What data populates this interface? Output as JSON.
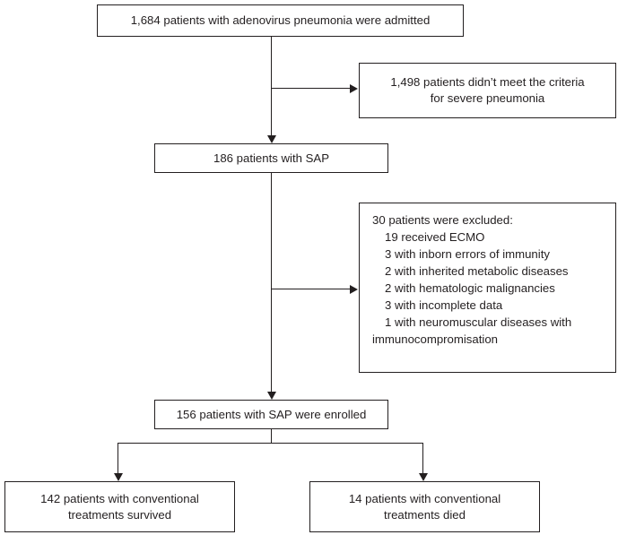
{
  "chart_data": {
    "type": "flowchart",
    "title": "Patient enrollment flow diagram",
    "nodes": [
      {
        "id": "admitted",
        "label": "1,684 patients with adenovirus pneumonia were admitted",
        "count": 1684
      },
      {
        "id": "not_met",
        "label": "1,498 patients didn't meet the criteria for severe pneumonia",
        "count": 1498
      },
      {
        "id": "sap",
        "label": "186 patients with SAP",
        "count": 186
      },
      {
        "id": "excluded",
        "label": "30 patients were excluded",
        "count": 30
      },
      {
        "id": "enrolled",
        "label": "156 patients with SAP were enrolled",
        "count": 156
      },
      {
        "id": "survived",
        "label": "142 patients with conventional treatments survived",
        "count": 142
      },
      {
        "id": "died",
        "label": "14 patients with conventional treatments died",
        "count": 14
      }
    ],
    "edges": [
      {
        "from": "admitted",
        "to": "not_met",
        "type": "exclusion"
      },
      {
        "from": "admitted",
        "to": "sap",
        "type": "flow"
      },
      {
        "from": "sap",
        "to": "excluded",
        "type": "exclusion"
      },
      {
        "from": "sap",
        "to": "enrolled",
        "type": "flow"
      },
      {
        "from": "enrolled",
        "to": "survived",
        "type": "flow"
      },
      {
        "from": "enrolled",
        "to": "died",
        "type": "flow"
      }
    ],
    "exclusion_breakdown": [
      {
        "n": 19,
        "reason": "received ECMO"
      },
      {
        "n": 3,
        "reason": "with inborn errors of immunity"
      },
      {
        "n": 2,
        "reason": "with inherited metabolic diseases"
      },
      {
        "n": 2,
        "reason": "with hematologic malignancies"
      },
      {
        "n": 3,
        "reason": "with incomplete data"
      },
      {
        "n": 1,
        "reason": "with neuromuscular diseases with immunocompromisation"
      }
    ]
  },
  "boxes": {
    "admitted": {
      "line1": "1,684 patients with adenovirus pneumonia were admitted"
    },
    "not_met": {
      "line1": "1,498 patients didn’t meet the criteria",
      "line2": "for severe pneumonia"
    },
    "sap": {
      "line1": "186 patients with SAP"
    },
    "excluded": {
      "header": "30 patients were excluded:",
      "items": [
        "19 received ECMO",
        "3 with inborn errors of immunity",
        "2 with inherited metabolic diseases",
        "2 with hematologic malignancies",
        "3 with incomplete data",
        "1 with neuromuscular diseases with"
      ],
      "continuation": "immunocompromisation"
    },
    "enrolled": {
      "line1": "156 patients with SAP were enrolled"
    },
    "survived": {
      "line1": "142 patients with conventional",
      "line2": "treatments survived"
    },
    "died": {
      "line1": "14 patients with conventional",
      "line2": "treatments died"
    }
  },
  "colors": {
    "line": "#231f20",
    "text": "#231f20",
    "background": "#ffffff"
  }
}
